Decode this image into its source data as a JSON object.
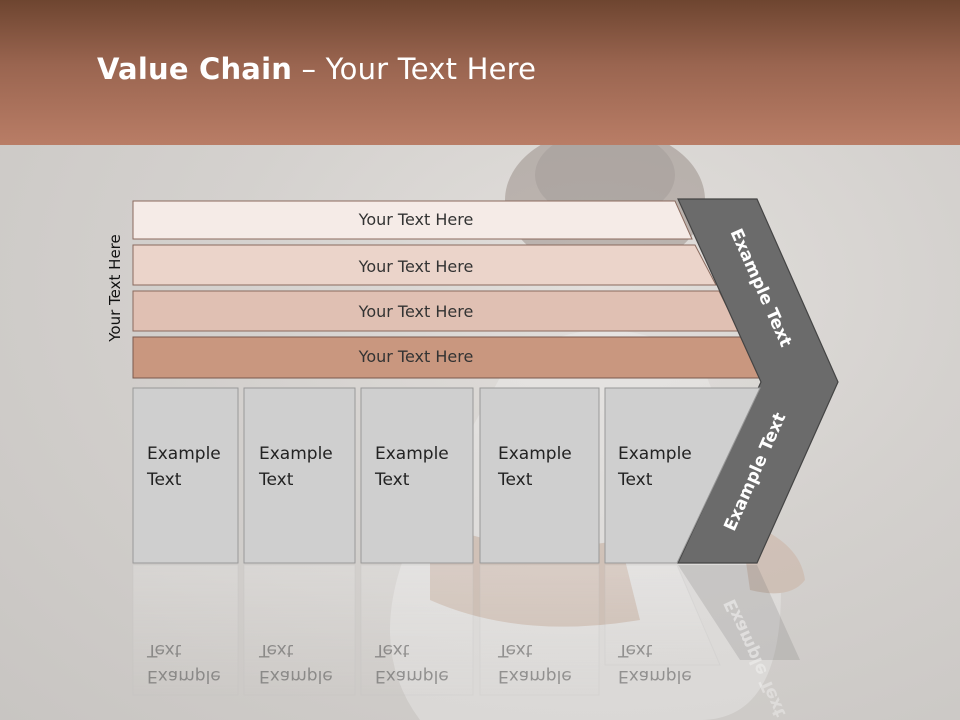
{
  "title": {
    "bold": "Value Chain",
    "rest": " – Your Text Here"
  },
  "side_label": "Your Text Here",
  "bands": [
    {
      "label": "Your Text Here",
      "color": "#f5ebe7"
    },
    {
      "label": "Your Text Here",
      "color": "#ebd4ca"
    },
    {
      "label": "Your Text Here",
      "color": "#e0c0b3"
    },
    {
      "label": "Your Text Here",
      "color": "#c9977f"
    }
  ],
  "boxes": [
    {
      "line1": "Example",
      "line2": "Text"
    },
    {
      "line1": "Example",
      "line2": "Text"
    },
    {
      "line1": "Example",
      "line2": "Text"
    },
    {
      "line1": "Example",
      "line2": "Text"
    },
    {
      "line1": "Example",
      "line2": "Text"
    }
  ],
  "arrow": {
    "upper": "Example Text",
    "lower": "Example Text",
    "color": "#6b6b6b"
  },
  "colors": {
    "header": "#9a6550",
    "box_fill": "#cfcfcf",
    "box_border": "#9a9a9a"
  }
}
